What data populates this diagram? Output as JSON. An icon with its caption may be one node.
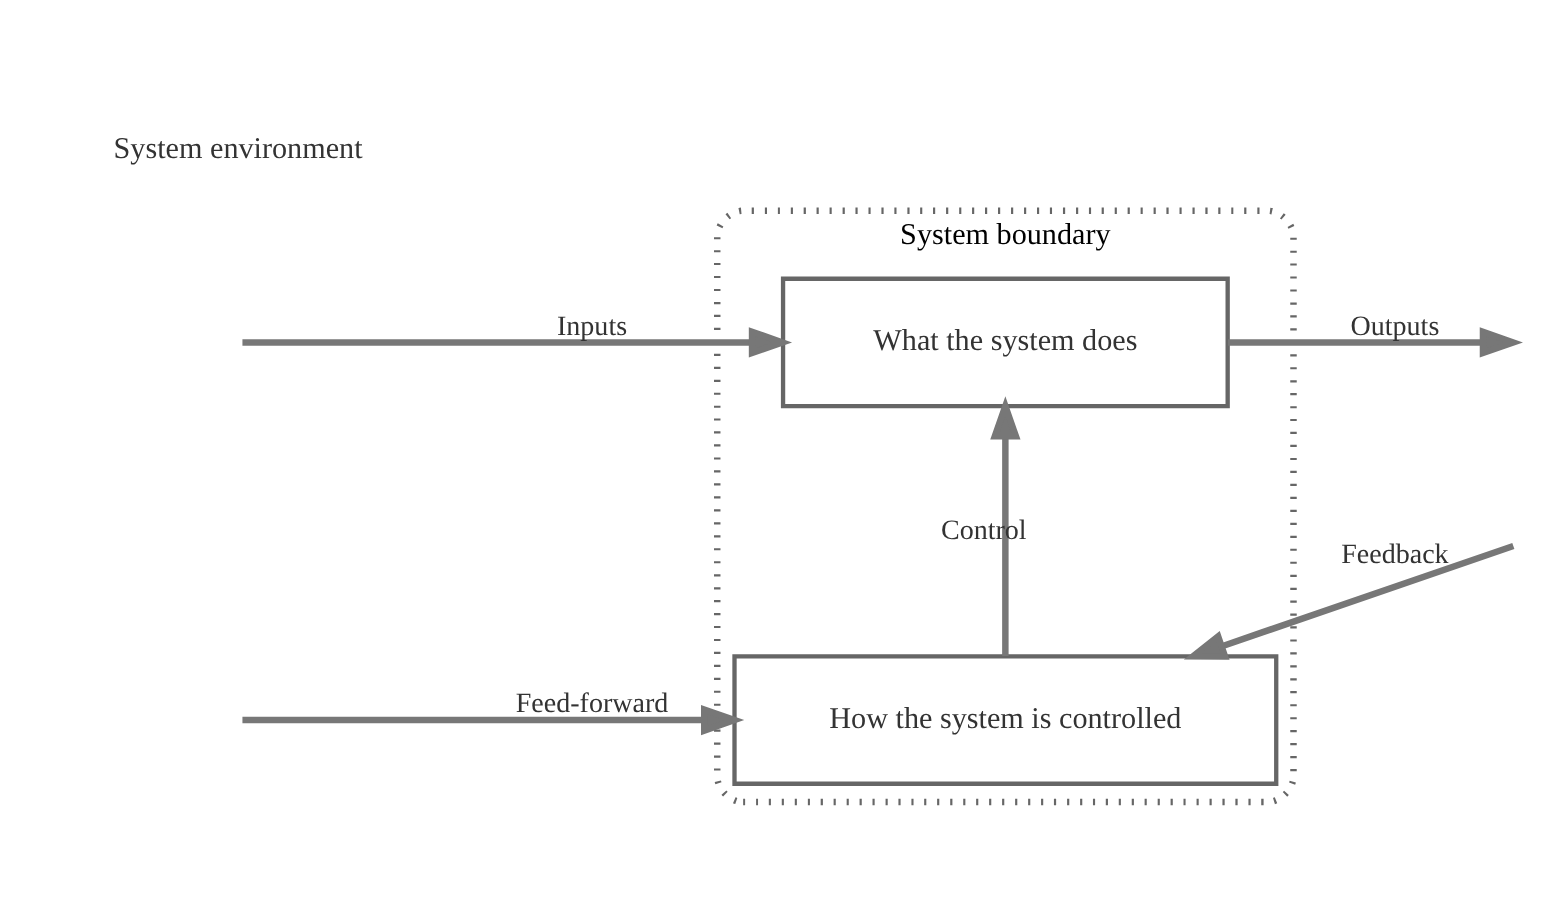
{
  "diagram": {
    "nodes": [
      {
        "text": [
          "System boundary"
        ]
      },
      {
        "text": [
          "What the system does"
        ],
        "in": 0
      },
      {
        "text": [
          "How the system is controlled"
        ],
        "in": 0
      }
    ],
    "edges": [
      {
        "from": null,
        "to": 1,
        "arrow": "to",
        "label": "Inputs"
      },
      {
        "from": 1,
        "to": null,
        "arrow": "to",
        "label": "Outputs"
      },
      {
        "from": 2,
        "to": 1,
        "arrow": "to",
        "label": "Control"
      },
      {
        "from": null,
        "to": 2,
        "arrow": "to",
        "label": "Feed-forward"
      },
      {
        "from": null,
        "to": 2,
        "arrow": "to",
        "label": "Feedback"
      }
    ],
    "labels": [
      "System environment"
    ]
  }
}
